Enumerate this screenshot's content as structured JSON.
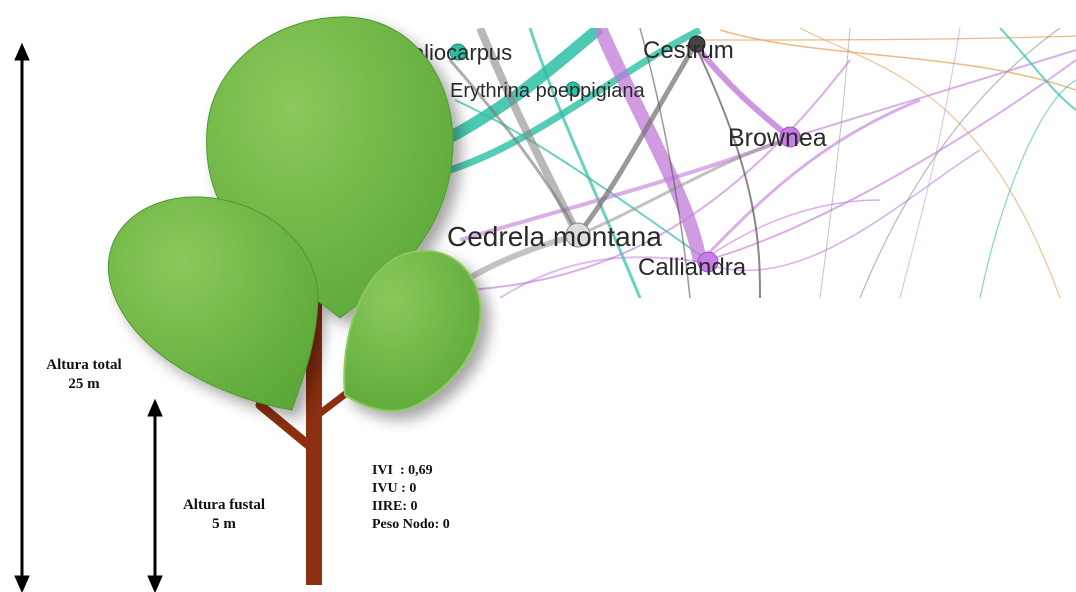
{
  "network": {
    "nodes": [
      {
        "label": "Heliocarpus",
        "color": "#2bbfa4"
      },
      {
        "label": "Cestrum",
        "color": "#444444"
      },
      {
        "label": "Erythrina poeppigiana",
        "color": "#2bbfa4"
      },
      {
        "label": "Brownea",
        "color": "#c77ee6"
      },
      {
        "label": "Cedrela montana",
        "color": "#bbbbbb"
      },
      {
        "label": "Calliandra",
        "color": "#c77ee6"
      }
    ],
    "edge_colors": [
      "#2bbfa4",
      "#c07ad8",
      "#888888",
      "#e9a766"
    ]
  },
  "tree": {
    "leaf_color": "#6db443",
    "leaf_dark": "#4e9a2c",
    "trunk_color": "#8b2f10"
  },
  "heights": {
    "total_label": "Altura total",
    "total_value": "25 m",
    "fustal_label": "Altura fustal",
    "fustal_value": "5 m"
  },
  "stats": [
    "IVI  : 0,69",
    "IVU : 0",
    "IIRE: 0",
    "Peso Nodo: 0"
  ]
}
